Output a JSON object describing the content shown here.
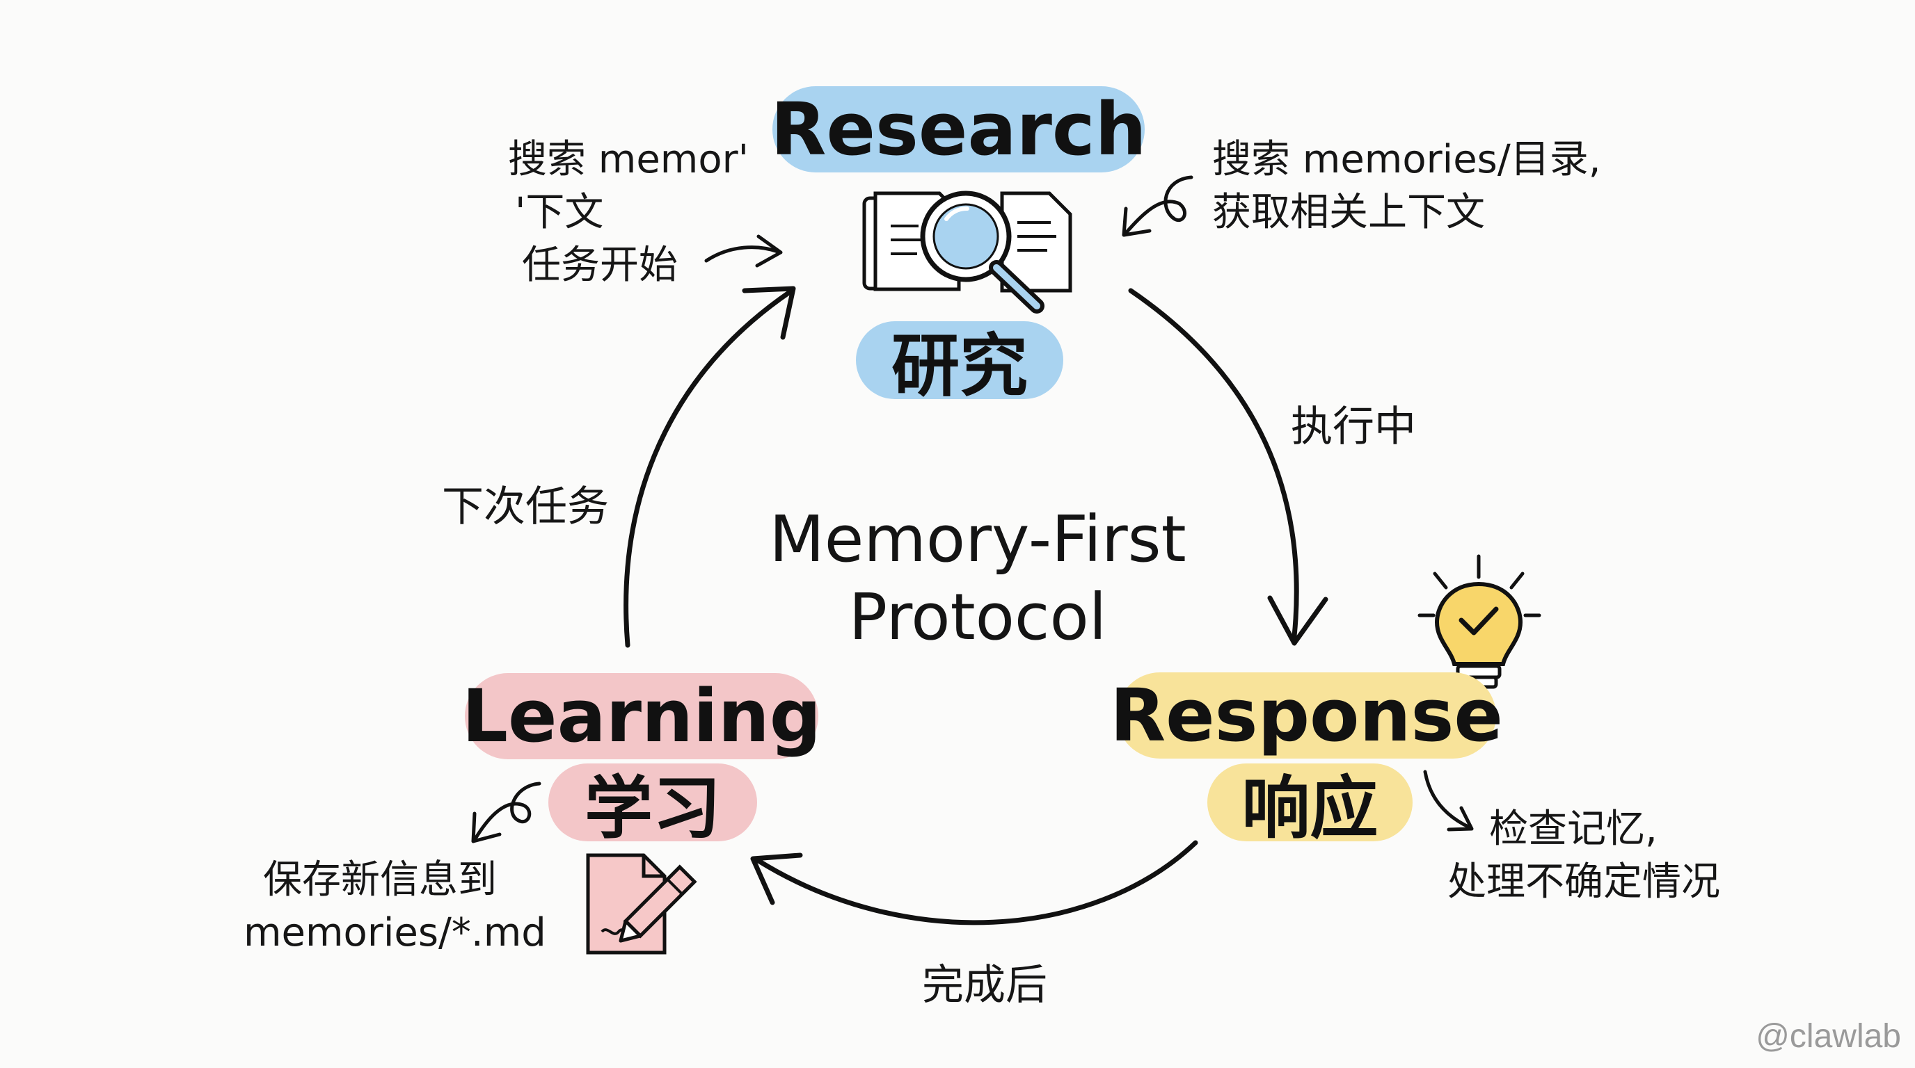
{
  "center": {
    "line1": "Memory-First",
    "line2": "Protocol"
  },
  "nodes": {
    "research": {
      "en": "Research",
      "zh": "研究",
      "color": "#a9d3f0"
    },
    "response": {
      "en": "Response",
      "zh": "响应",
      "color": "#f8e39a"
    },
    "learning": {
      "en": "Learning",
      "zh": "学习",
      "color": "#f3c6c8"
    }
  },
  "edges": {
    "research_to_response": "执行中",
    "response_to_learning": "完成后",
    "learning_to_research": "下次任务"
  },
  "annotations": {
    "top_left": [
      "搜索 memor'",
      "'下文",
      "任务开始"
    ],
    "top_right": [
      "搜索 memories/目录,",
      "获取相关上下文"
    ],
    "bottom_right": [
      "检查记忆,",
      "处理不确定情况"
    ],
    "bottom_left": [
      "保存新信息到",
      "memories/*.md"
    ]
  },
  "icons": {
    "research": "magnifier-documents-icon",
    "response": "lightbulb-check-icon",
    "learning": "document-pencil-icon"
  },
  "watermark": "@clawlab"
}
